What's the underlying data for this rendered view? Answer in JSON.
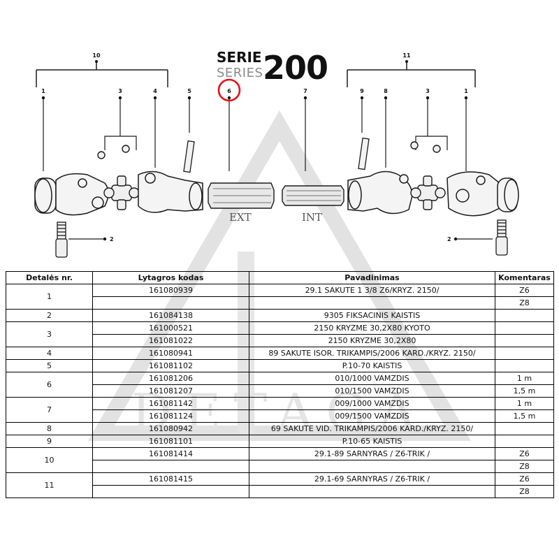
{
  "title": {
    "serie": "SERIE",
    "series": "SERIES",
    "number": "200"
  },
  "diagram": {
    "callouts": [
      "10",
      "1",
      "3",
      "4",
      "5",
      "6",
      "7",
      "9",
      "8",
      "3",
      "1",
      "11",
      "2",
      "2"
    ],
    "shaft_labels": {
      "ext": "EXT",
      "int": "INT"
    },
    "highlighted_part": "6",
    "colors": {
      "highlight": "#e8101a",
      "line": "#1a1a1a",
      "watermark": "#d9d9d9"
    }
  },
  "watermark": "DETAGA",
  "table": {
    "headers": {
      "part_no": "Detalės nr.",
      "code": "Lytagros kodas",
      "name": "Pavadinimas",
      "comment": "Komentaras"
    },
    "groups": [
      {
        "part": "1",
        "rows": [
          {
            "code": "161080939",
            "name": "29.1 SAKUTE 1 3/8 Z6/KRYZ. 2150/",
            "comment": "Z6"
          },
          {
            "code": "",
            "name": "",
            "comment": "Z8"
          }
        ]
      },
      {
        "part": "2",
        "rows": [
          {
            "code": "161084138",
            "name": "9305 FIKSACINIS KAISTIS",
            "comment": ""
          }
        ]
      },
      {
        "part": "3",
        "rows": [
          {
            "code": "161000521",
            "name": "2150 KRYZME 30,2X80 KYOTO",
            "comment": ""
          },
          {
            "code": "161081022",
            "name": "2150 KRYZME 30,2X80",
            "comment": ""
          }
        ]
      },
      {
        "part": "4",
        "rows": [
          {
            "code": "161080941",
            "name": "89 SAKUTE ISOR. TRIKAMPIS/2006 KARD./KRYZ. 2150/",
            "comment": ""
          }
        ]
      },
      {
        "part": "5",
        "rows": [
          {
            "code": "161081102",
            "name": "P.10-70 KAISTIS",
            "comment": ""
          }
        ]
      },
      {
        "part": "6",
        "rows": [
          {
            "code": "161081206",
            "name": "010/1000 VAMZDIS",
            "comment": "1 m"
          },
          {
            "code": "161081207",
            "name": "010/1500 VAMZDIS",
            "comment": "1,5 m"
          }
        ]
      },
      {
        "part": "7",
        "rows": [
          {
            "code": "161081142",
            "name": "009/1000 VAMZDIS",
            "comment": "1 m"
          },
          {
            "code": "161081124",
            "name": "009/1500 VAMZDIS",
            "comment": "1,5 m"
          }
        ]
      },
      {
        "part": "8",
        "rows": [
          {
            "code": "161080942",
            "name": "69 SAKUTE VID. TRIKAMPIS/2006 KARD./KRYZ. 2150/",
            "comment": ""
          }
        ]
      },
      {
        "part": "9",
        "rows": [
          {
            "code": "161081101",
            "name": "P.10-65 KAISTIS",
            "comment": ""
          }
        ]
      },
      {
        "part": "10",
        "rows": [
          {
            "code": "161081414",
            "name": "29.1-89 SARNYRAS / Z6-TRIK /",
            "comment": "Z6"
          },
          {
            "code": "",
            "name": "",
            "comment": "Z8"
          }
        ]
      },
      {
        "part": "11",
        "rows": [
          {
            "code": "161081415",
            "name": "29.1-69 SARNYRAS / Z6-TRIK /",
            "comment": "Z6"
          },
          {
            "code": "",
            "name": "",
            "comment": "Z8"
          }
        ]
      }
    ]
  }
}
